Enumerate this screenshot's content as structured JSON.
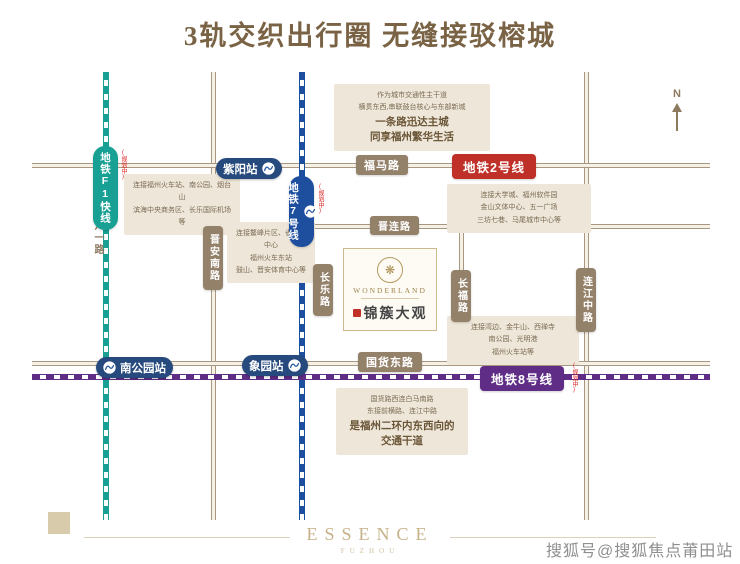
{
  "title": "3轨交织出行圈 无缝接驳榕城",
  "north_label": "N",
  "colors": {
    "title": "#7a6345",
    "road": "#a89881",
    "road_badge": "#94816a",
    "metro_f1": "#18a094",
    "metro_line7": "#1e4f9f",
    "metro_line2": "#bf3028",
    "metro_line8": "#5f2c86",
    "station": "#264a7e",
    "note_bg": "#eee7d9"
  },
  "metro": {
    "f1": {
      "label": "地铁F1快线",
      "note": "(规划中)"
    },
    "line7": {
      "label": "地铁7号线",
      "note": "(规划中)"
    },
    "line2": {
      "label": "地铁2号线"
    },
    "line8": {
      "label": "地铁8号线",
      "note": "(规划中)"
    }
  },
  "roads": {
    "liuyi": {
      "label": "六一路"
    },
    "jinan": {
      "label": "晋安南路"
    },
    "changle": {
      "label": "长乐路"
    },
    "fuma": {
      "label": "福马路"
    },
    "jinlian": {
      "label": "晋连路"
    },
    "guohuo": {
      "label": "国货东路"
    },
    "changfu": {
      "label": "长福路"
    },
    "lianjiang": {
      "label": "连江中路"
    }
  },
  "stations": {
    "ziyang": {
      "label": "紫阳站"
    },
    "nangongyuan": {
      "label": "南公园站"
    },
    "xiangyuan": {
      "label": "象园站"
    }
  },
  "notes": {
    "top": {
      "lines": [
        "作为城市交通性主干道",
        "横贯东西,串联鼓台核心与东部新城"
      ],
      "highlights": [
        "一条路迅达主城",
        "同享福州繁华生活"
      ]
    },
    "f1": {
      "lines": [
        "连接福州火车站、南公园、烟台山",
        "滨海中央商务区、长乐国际机场等"
      ]
    },
    "line7": {
      "lines": [
        "连接鳌峰片区、省体育中心",
        "福州火车东站",
        "鼓山、晋安体育中心等"
      ]
    },
    "line2": {
      "lines": [
        "连接大学城、福州软件园",
        "金山文体中心、五一广场",
        "三坊七巷、马尾城市中心等"
      ]
    },
    "line8": {
      "lines": [
        "连接湾边、金牛山、西禅寺",
        "南公园、光明港",
        "福州火车站等"
      ]
    },
    "guohuo": {
      "lines": [
        "国货路西连白马南路",
        "东接前横路、连江中路"
      ],
      "highlights": [
        "是福州二环内东西向的",
        "交通干道"
      ]
    }
  },
  "project": {
    "brand": "WONDERLAND",
    "name": "锦簇大观"
  },
  "footer": {
    "logo": "ESSENCE",
    "logo_sub": "FUZHOU",
    "watermark": "搜狐号@搜狐焦点莆田站"
  }
}
